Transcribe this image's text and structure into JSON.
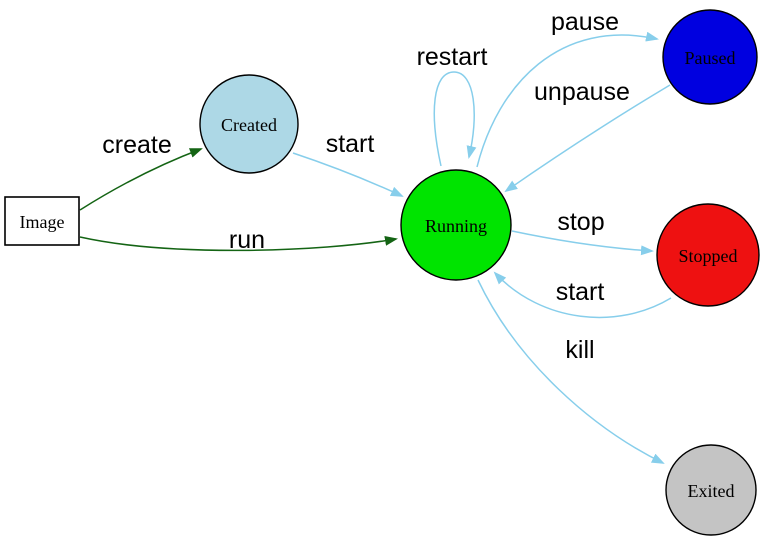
{
  "diagram": {
    "type": "state-diagram",
    "description": "Container lifecycle state diagram"
  },
  "colors": {
    "background": "#ffffff",
    "edge_blue": "#87ceeb",
    "edge_green": "#146414",
    "node_border": "#000000",
    "label_text": "#000000",
    "image_border": "#0000cc",
    "image_fill": "#ffffff"
  },
  "nodes": {
    "image": {
      "label": "Image",
      "shape": "box",
      "fill": "#ffffff"
    },
    "created": {
      "label": "Created",
      "shape": "circle",
      "fill": "#add8e6"
    },
    "running": {
      "label": "Running",
      "shape": "circle",
      "fill": "#00e400"
    },
    "paused": {
      "label": "Paused",
      "shape": "circle",
      "fill": "#0000e0"
    },
    "stopped": {
      "label": "Stopped",
      "shape": "circle",
      "fill": "#ee1111"
    },
    "exited": {
      "label": "Exited",
      "shape": "circle",
      "fill": "#c4c4c4"
    }
  },
  "edges": {
    "create": {
      "label": "create",
      "from": "Image",
      "to": "Created"
    },
    "run": {
      "label": "run",
      "from": "Image",
      "to": "Running"
    },
    "start_created": {
      "label": "start",
      "from": "Created",
      "to": "Running"
    },
    "restart": {
      "label": "restart",
      "from": "Running",
      "to": "Running"
    },
    "pause": {
      "label": "pause",
      "from": "Running",
      "to": "Paused"
    },
    "unpause": {
      "label": "unpause",
      "from": "Paused",
      "to": "Running"
    },
    "stop": {
      "label": "stop",
      "from": "Running",
      "to": "Stopped"
    },
    "start_stopped": {
      "label": "start",
      "from": "Stopped",
      "to": "Running"
    },
    "kill": {
      "label": "kill",
      "from": "Running",
      "to": "Exited"
    }
  }
}
